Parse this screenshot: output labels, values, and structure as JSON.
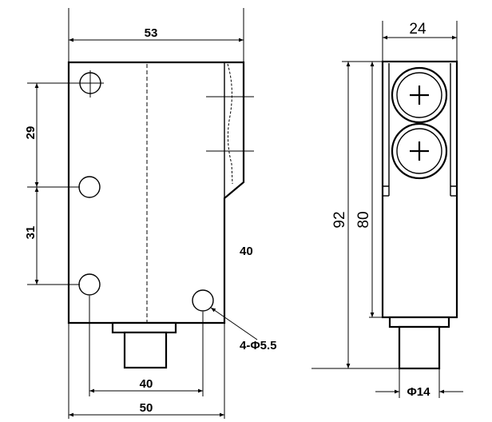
{
  "front_view": {
    "dim_width_top": "53",
    "dim_hole_spacing_upper": "29",
    "dim_hole_spacing_lower": "31",
    "dim_side": "40",
    "dim_holes": "4-Φ5.5",
    "dim_bottom_holes": "40",
    "dim_body_width": "50"
  },
  "side_view": {
    "dim_width": "24",
    "dim_height_total": "92",
    "dim_height_body": "80",
    "dim_connector": "Φ14"
  }
}
